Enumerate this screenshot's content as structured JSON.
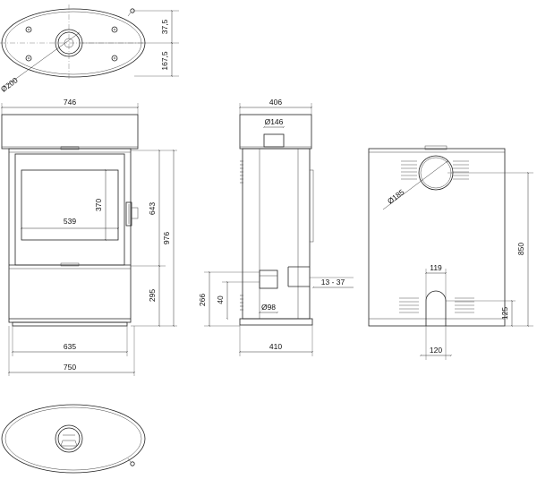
{
  "top_view": {
    "dim_37_5": "37,5",
    "dim_167_5": "167,5",
    "dia_200": "Ø200"
  },
  "front_view": {
    "width_746": "746",
    "height_976": "976",
    "height_643": "643",
    "height_295": "295",
    "glass_width_539": "539",
    "glass_height_370": "370",
    "base_635": "635",
    "base_750": "750"
  },
  "side_view": {
    "width_406": "406",
    "dia_146": "Ø146",
    "dim_266": "266",
    "dim_40": "40",
    "dia_98": "Ø98",
    "range_13_37": "13 - 37",
    "base_410": "410"
  },
  "rear_view": {
    "dia_185": "Ø185",
    "height_850": "850",
    "width_119": "119",
    "height_125": "125",
    "width_120": "120"
  },
  "colors": {
    "line": "#222222",
    "background": "#ffffff"
  }
}
